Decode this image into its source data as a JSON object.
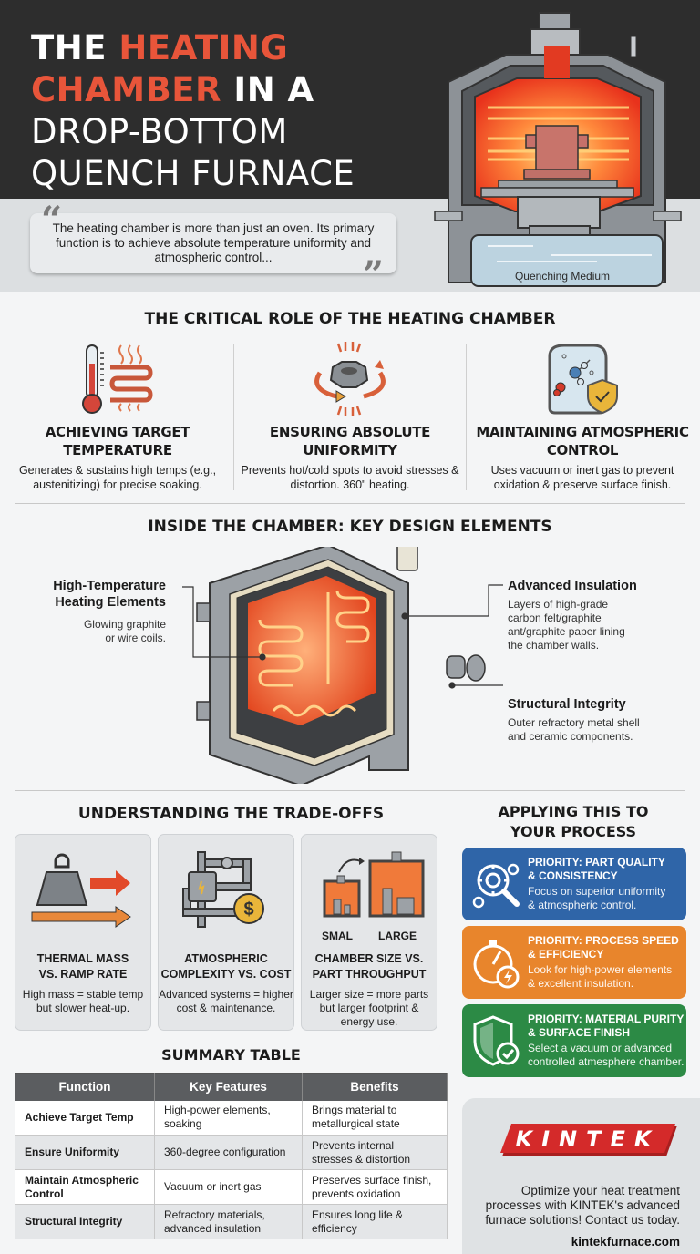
{
  "header": {
    "title_line1_prefix": "THE ",
    "title_line1_highlight": "HEATING",
    "title_line2_highlight": "CHAMBER",
    "title_line2_suffix": " IN A",
    "title_line3": "DROP-BOTTOM",
    "title_line4": "QUENCH FURNACE",
    "quote": "The heating chamber is more than just an oven. Its primary function is to achieve absolute temperature uniformity and atmospheric control...",
    "hero_label": "Quenching Medium"
  },
  "critical_role": {
    "title": "THE CRITICAL ROLE OF THE HEATING CHAMBER",
    "items": [
      {
        "icon": "thermometer-heating-coil-icon",
        "head_l1": "ACHIEVING TARGET",
        "head_l2": "TEMPERATURE",
        "desc": "Generates & sustains high temps (e.g., austenitizing) for precise soaking."
      },
      {
        "icon": "rotating-part-uniform-heat-icon",
        "head_l1": "ENSURING ABSOLUTE",
        "head_l2": "UNIFORMITY",
        "desc": "Prevents hot/cold spots to avoid stresses & distortion. 360\" heating."
      },
      {
        "icon": "atmosphere-molecule-shield-icon",
        "head_l1": "MAINTAINING ATMOSPHERIC",
        "head_l2": "CONTROL",
        "desc": "Uses vacuum or inert gas to prevent oxidation & preserve surface finish."
      }
    ]
  },
  "design": {
    "title": "INSIDE THE CHAMBER: KEY DESIGN ELEMENTS",
    "callouts": [
      {
        "title_l1": "High-Temperature",
        "title_l2": "Heating Elements",
        "desc_l1": "Glowing graphite",
        "desc_l2": "or wire coils."
      },
      {
        "title_l1": "Advanced Insulation",
        "desc_l1": "Layers of high-grade",
        "desc_l2": "carbon felt/graphite",
        "desc_l3": "ant/graphite paper lining",
        "desc_l4": "the chamber walls."
      },
      {
        "title_l1": "Structural Integrity",
        "desc_l1": "Outer refractory metal shell",
        "desc_l2": "and ceramic components."
      }
    ]
  },
  "tradeoffs": {
    "title": "UNDERSTANDING THE TRADE-OFFS",
    "cards": [
      {
        "icon": "weight-arrows-icon",
        "head_l1": "THERMAL MASS",
        "head_l2": "VS. RAMP RATE",
        "desc": "High mass = stable temp but slower heat-up."
      },
      {
        "icon": "pipes-valve-cost-icon",
        "head_l1": "ATMOSPHERIC",
        "head_l2": "COMPLEXITY VS. COST",
        "desc": "Advanced systems = higher cost & maintenance."
      },
      {
        "icon": "small-large-chamber-icon",
        "label_small": "SMAL",
        "label_large": "LARGE",
        "head_l1": "CHAMBER SIZE VS.",
        "head_l2": "PART THROUGHPUT",
        "desc": "Larger size = more parts but larger footprint & energy use."
      }
    ]
  },
  "apply": {
    "title_l1": "APPLYING THIS TO",
    "title_l2": "YOUR PROCESS",
    "priorities": [
      {
        "color": "#2f65a8",
        "icon": "gears-magnifier-icon",
        "head_l1": "PRIORITY: PART QUALITY",
        "head_l2": "& CONSISTENCY",
        "desc_l1": "Focus on superior uniformity",
        "desc_l2": "& atmospheric control."
      },
      {
        "color": "#e8852c",
        "icon": "stopwatch-lightning-icon",
        "head_l1": "PRIORITY: PROCESS SPEED",
        "head_l2": "& EFFICIENCY",
        "desc_l1": "Look for high-power elements",
        "desc_l2": "& excellent insulation."
      },
      {
        "color": "#2c8a45",
        "icon": "shield-check-icon",
        "head_l1": "PRIORITY: MATERIAL PURITY",
        "head_l2": "& SURFACE FINISH",
        "desc_l1": "Select a vacuum or advanced",
        "desc_l2": "controlled atmesphere chamber."
      }
    ]
  },
  "summary": {
    "title": "SUMMARY TABLE",
    "columns": [
      "Function",
      "Key Features",
      "Benefits"
    ],
    "rows": [
      [
        "Achieve Target Temp",
        "High-power elements, soaking",
        "Brings material to metallurgical state"
      ],
      [
        "Ensure Uniformity",
        "360-degree configuration",
        "Prevents internal stresses & distortion"
      ],
      [
        "Maintain Atmospheric Control",
        "Vacuum or inert gas",
        "Preserves surface finish, prevents oxidation"
      ],
      [
        "Structural Integrity",
        "Refractory materials, advanced insulation",
        "Ensures long life & efficiency"
      ]
    ]
  },
  "brand": {
    "logo": "KINTEK",
    "text": "Optimize your heat treatment processes with KINTEK's advanced furnace solutions! Contact us today.",
    "url": "kintekfurnace.com",
    "color": "#d42a2a"
  }
}
